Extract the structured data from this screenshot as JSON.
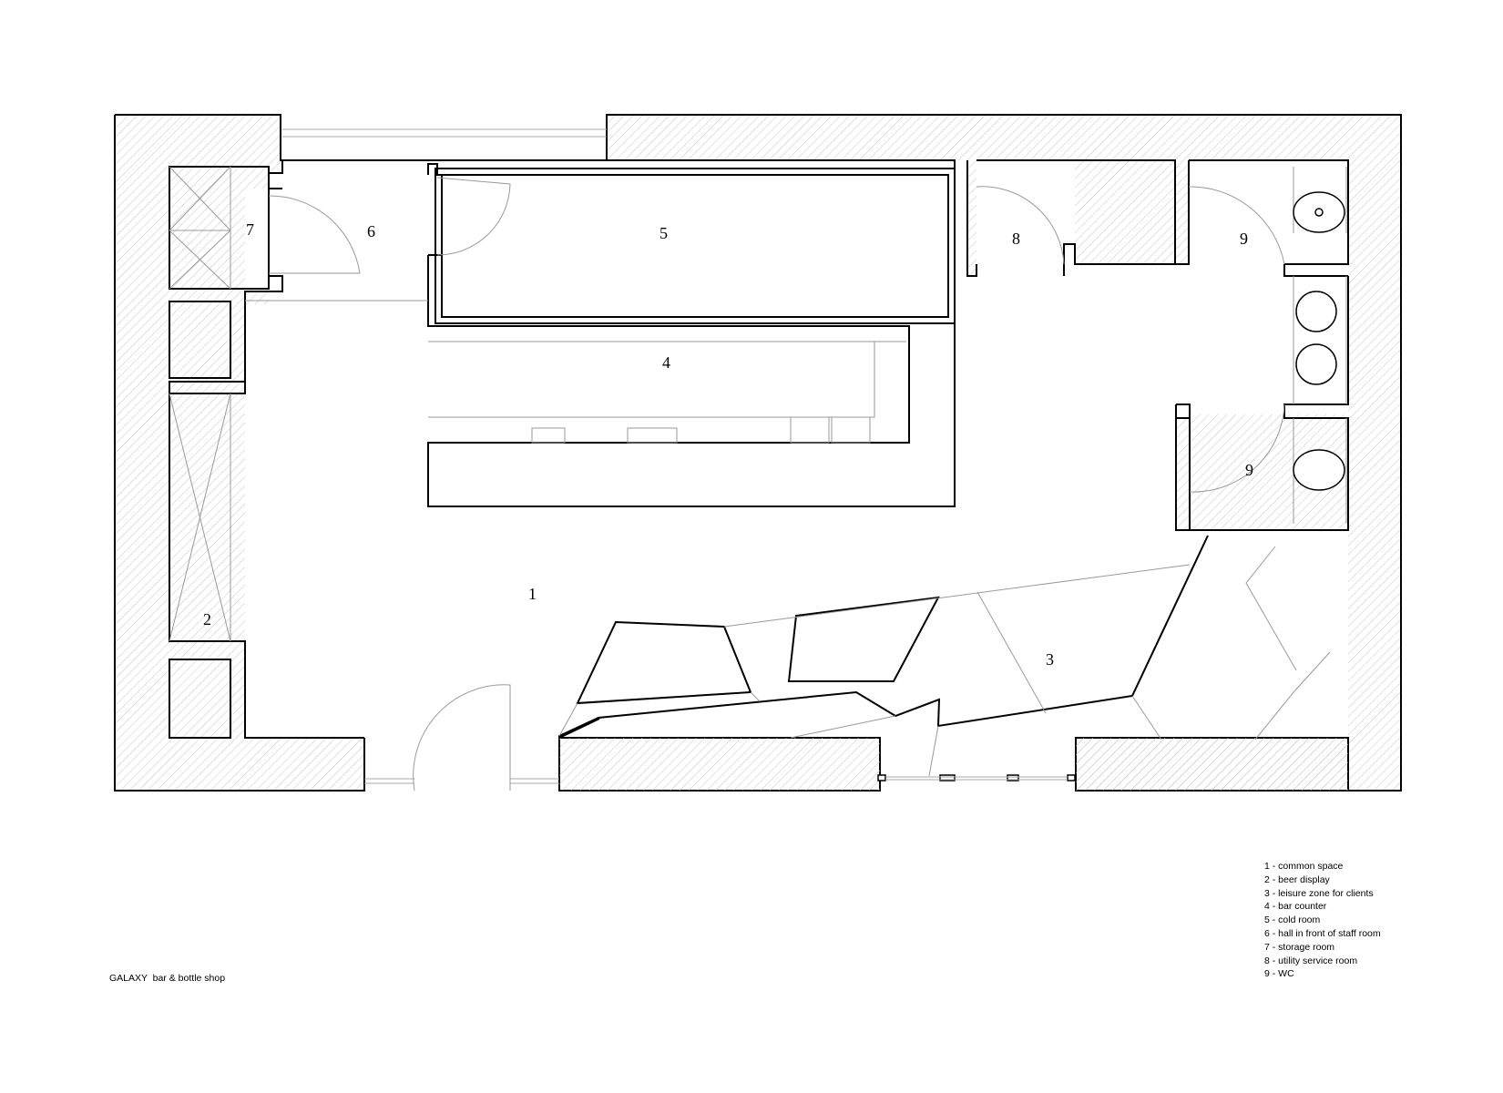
{
  "caption": "GALAXY  bar & bottle shop",
  "room_numbers": {
    "common_space": "1",
    "beer_display": "2",
    "leisure_zone": "3",
    "bar_counter": "4",
    "cold_room": "5",
    "hall": "6",
    "storage": "7",
    "utility": "8",
    "wc_upper": "9",
    "wc_lower": "9"
  },
  "legend": [
    "1 - common space",
    "2 - beer display",
    "3 - leisure zone for clients",
    "4 - bar counter",
    "5 - cold room",
    "6 - hall in front of staff room",
    "7 - storage room",
    "8 - utility service room",
    "9 - WC"
  ]
}
